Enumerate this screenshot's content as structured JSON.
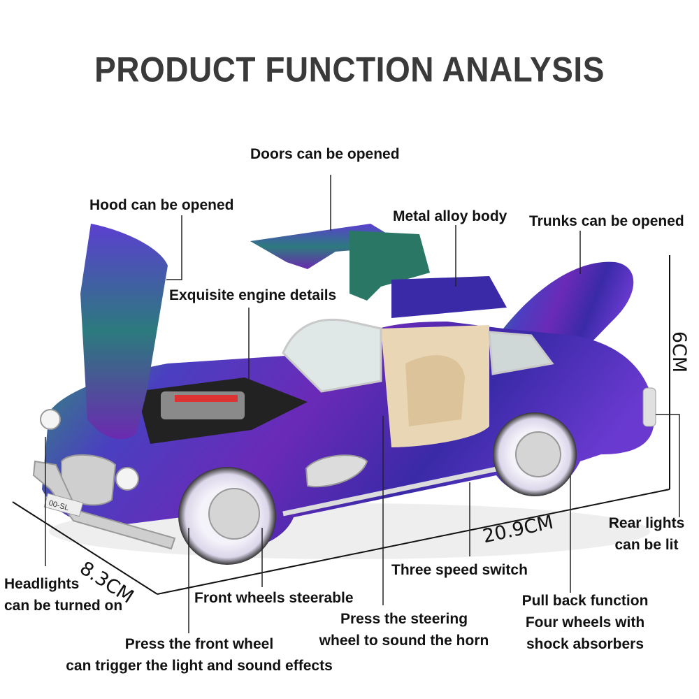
{
  "title": "PRODUCT FUNCTION ANALYSIS",
  "callouts": {
    "doors": "Doors can be opened",
    "hood": "Hood can be opened",
    "metal_body": "Metal alloy body",
    "trunks": "Trunks can be opened",
    "engine": "Exquisite engine details",
    "rear_lights": [
      "Rear lights",
      "can be lit"
    ],
    "headlights": [
      "Headlights",
      "can be turned on"
    ],
    "front_wheels": "Front wheels steerable",
    "speed_switch": "Three speed switch",
    "horn": [
      "Press the steering",
      "wheel to sound the horn"
    ],
    "pull_back": [
      "Pull back function",
      "Four wheels with",
      "shock absorbers"
    ],
    "front_wheel_press": [
      "Press the front wheel",
      "can trigger the light and sound effects"
    ]
  },
  "dimensions": {
    "length": "20.9CM",
    "width": "8.3CM",
    "height": "6CM"
  },
  "car": {
    "plate": "00-SL",
    "colors": {
      "paint_purple": "#3a2aa8",
      "paint_green": "#2f8a5a",
      "interior": "#e9d6b4",
      "chrome": "#d8d8d8",
      "tire_wall": "#f3f0f8"
    }
  }
}
